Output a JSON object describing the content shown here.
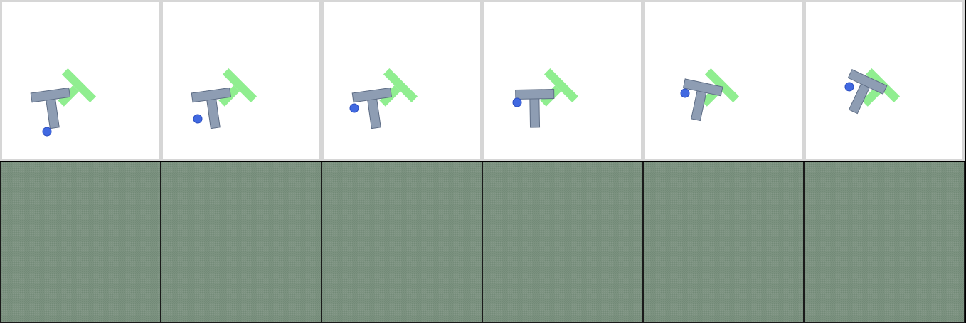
{
  "colors": {
    "background": "#000000",
    "frame_bg": "#ffffff",
    "frame_border": "#d6d6d6",
    "lower_panel": "#7c9280",
    "lower_panel_dot": "#728a77",
    "target_t": "#90ee90",
    "block_t": "#8e9db3",
    "block_t_edge": "#5f6e86",
    "agent": "#4169e1",
    "agent_edge": "#2a4dbf"
  },
  "icons": {
    "target": "target-t-shape-icon",
    "block": "t-block-icon",
    "agent": "agent-dot-icon"
  },
  "frames": [
    {
      "step": 1,
      "block_angle_deg": -8,
      "target_angle_deg": 45
    },
    {
      "step": 2,
      "block_angle_deg": -8,
      "target_angle_deg": 45
    },
    {
      "step": 3,
      "block_angle_deg": -8,
      "target_angle_deg": 45
    },
    {
      "step": 4,
      "block_angle_deg": -1,
      "target_angle_deg": 45
    },
    {
      "step": 5,
      "block_angle_deg": 12,
      "target_angle_deg": 45
    },
    {
      "step": 6,
      "block_angle_deg": 25,
      "target_angle_deg": 45
    }
  ]
}
